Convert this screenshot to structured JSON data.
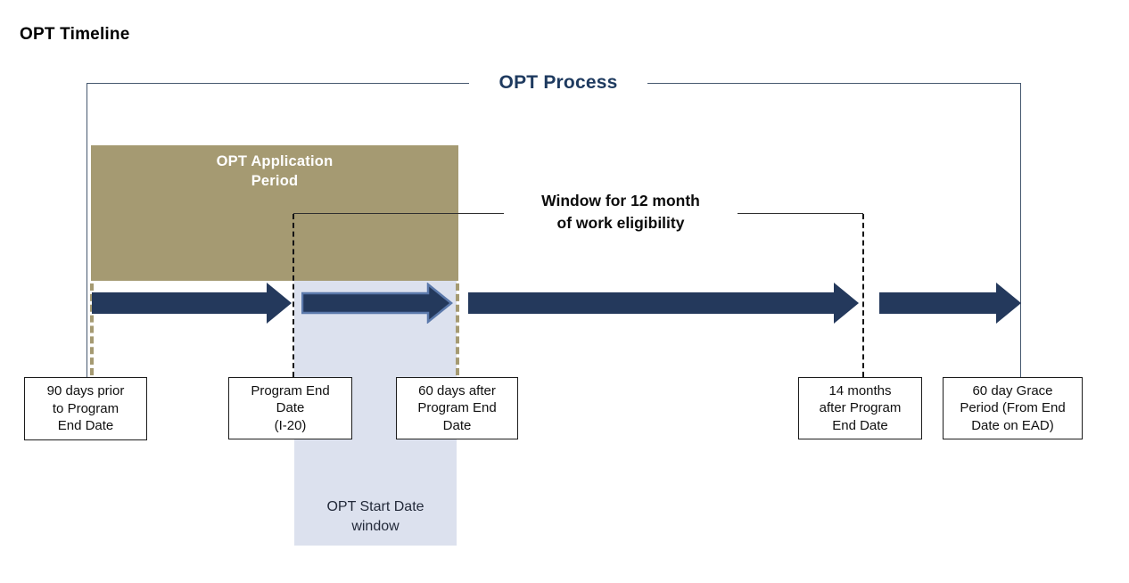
{
  "title": "OPT Timeline",
  "process": {
    "header": "OPT Process",
    "application_period_label": "OPT Application\nPeriod",
    "work_window_label": "Window for 12 month\nof work eligibility",
    "start_window_label": "OPT Start Date\nwindow"
  },
  "milestones": [
    {
      "label": "90 days prior\nto Program\nEnd Date"
    },
    {
      "label": "Program End\nDate\n(I-20)"
    },
    {
      "label": "60 days after\nProgram End\nDate"
    },
    {
      "label": "14 months\nafter Program\nEnd Date"
    },
    {
      "label": "60 day Grace\nPeriod (From End\nDate on EAD)"
    }
  ],
  "colors": {
    "arrow_navy": "#24395c",
    "arrow2_outline": "#5b79ab",
    "application_period_tan": "#a59a72",
    "start_window_lavender": "#dce1ee",
    "bracket_line": "#46586f",
    "header_text_navy": "#1e3a5f"
  }
}
